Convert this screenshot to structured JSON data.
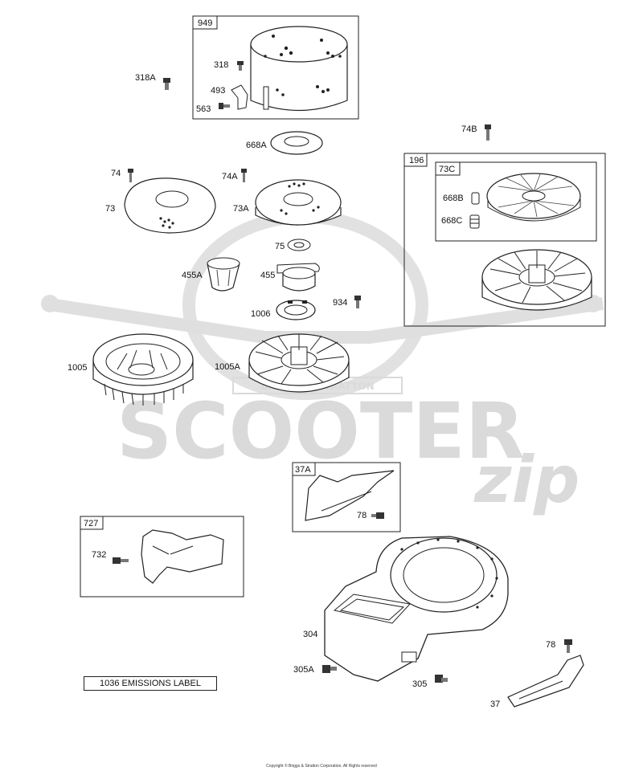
{
  "boxes": {
    "b949": "949",
    "b196": "196",
    "b73C": "73C",
    "b37A": "37A",
    "b727": "727"
  },
  "parts": {
    "p318A": "318A",
    "p318": "318",
    "p493": "493",
    "p563": "563",
    "p668A": "668A",
    "p74B": "74B",
    "p74": "74",
    "p74A": "74A",
    "p73": "73",
    "p73A": "73A",
    "p668B": "668B",
    "p668C": "668C",
    "p75": "75",
    "p455A": "455A",
    "p455": "455",
    "p1006": "1006",
    "p934": "934",
    "p1005": "1005",
    "p1005A": "1005A",
    "p78a": "78",
    "p732": "732",
    "p304": "304",
    "p78b": "78",
    "p305A": "305A",
    "p305": "305",
    "p37": "37"
  },
  "emissions_label": "1036 EMISSIONS LABEL",
  "watermark": {
    "brand": "SCOOTER",
    "script": "zip",
    "banner": "BRIGGS & STRATTON"
  },
  "copyright": "Copyright © Briggs & Stratton Corporation. All Rights reserved"
}
